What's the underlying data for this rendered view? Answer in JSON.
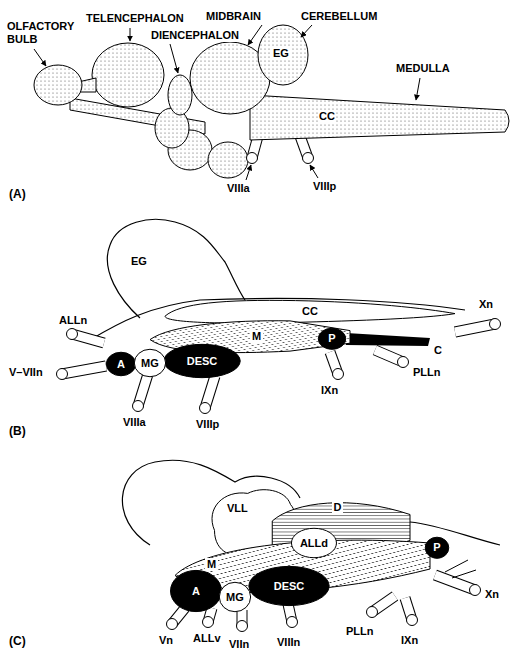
{
  "diagram": {
    "nodes": [
      {
        "text": [
          "CC"
        ]
      },
      {
        "text": [
          "M"
        ]
      },
      {
        "text": [
          "P"
        ]
      },
      {
        "text": [
          "A"
        ]
      },
      {
        "text": [
          "MG"
        ]
      },
      {
        "text": [
          "DESC"
        ]
      },
      {
        "text": [
          "VLL"
        ]
      },
      {
        "text": [
          "D"
        ]
      },
      {
        "text": [
          "ALLd"
        ]
      },
      {
        "text": [
          "M"
        ]
      },
      {
        "text": [
          "P"
        ]
      },
      {
        "text": [
          "A"
        ]
      },
      {
        "text": [
          "MG"
        ]
      },
      {
        "text": [
          "DESC"
        ]
      }
    ],
    "labels": [
      "OLFACTORY BULB",
      "TELENCEPHALON",
      "DIENCEPHALON",
      "MIDBRAIN",
      "CEREBELLUM",
      "EG",
      "CC",
      "MEDULLA",
      "VIIIa",
      "VIIIp",
      "(A)",
      "EG",
      "ALLn",
      "V–VIIn",
      "C",
      "Xn",
      "IXn",
      "PLLn",
      "VIIIa",
      "VIIIp",
      "(B)",
      "Xn",
      "PLLn",
      "IXn",
      "Vn",
      "ALLv",
      "VIIn",
      "VIIIn",
      "(C)"
    ]
  }
}
